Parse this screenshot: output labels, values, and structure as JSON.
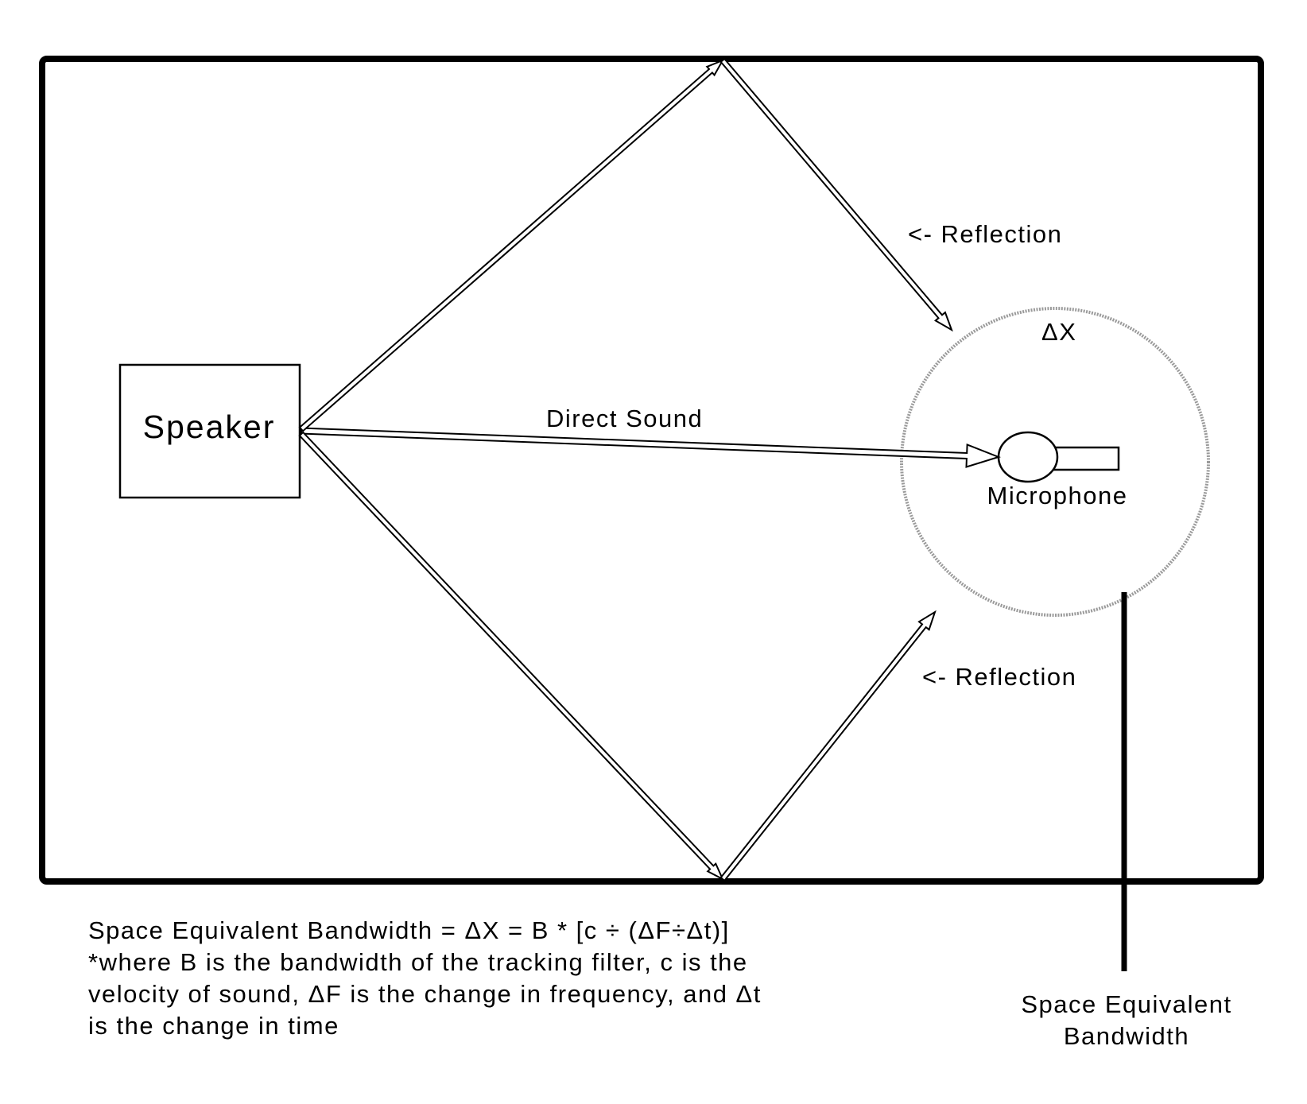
{
  "diagram": {
    "speaker_label": "Speaker",
    "microphone_label": "Microphone",
    "direct_sound_label": "Direct Sound",
    "reflection_top_label": "<- Reflection",
    "reflection_bottom_label": "<- Reflection",
    "delta_x_label": "ΔX",
    "callout_label_line1": "Space Equivalent",
    "callout_label_line2": "Bandwidth"
  },
  "caption": {
    "line1": "Space Equivalent Bandwidth = ΔX = B * [c ÷ (ΔF÷Δt)]",
    "line2": "*where B is the bandwidth of the tracking filter, c is the",
    "line3": "velocity of sound, ΔF is the change in frequency, and Δt",
    "line4": "is the change in time"
  },
  "colors": {
    "stroke": "#000000",
    "dotted_circle": "#9a9a9a",
    "background": "#ffffff"
  }
}
